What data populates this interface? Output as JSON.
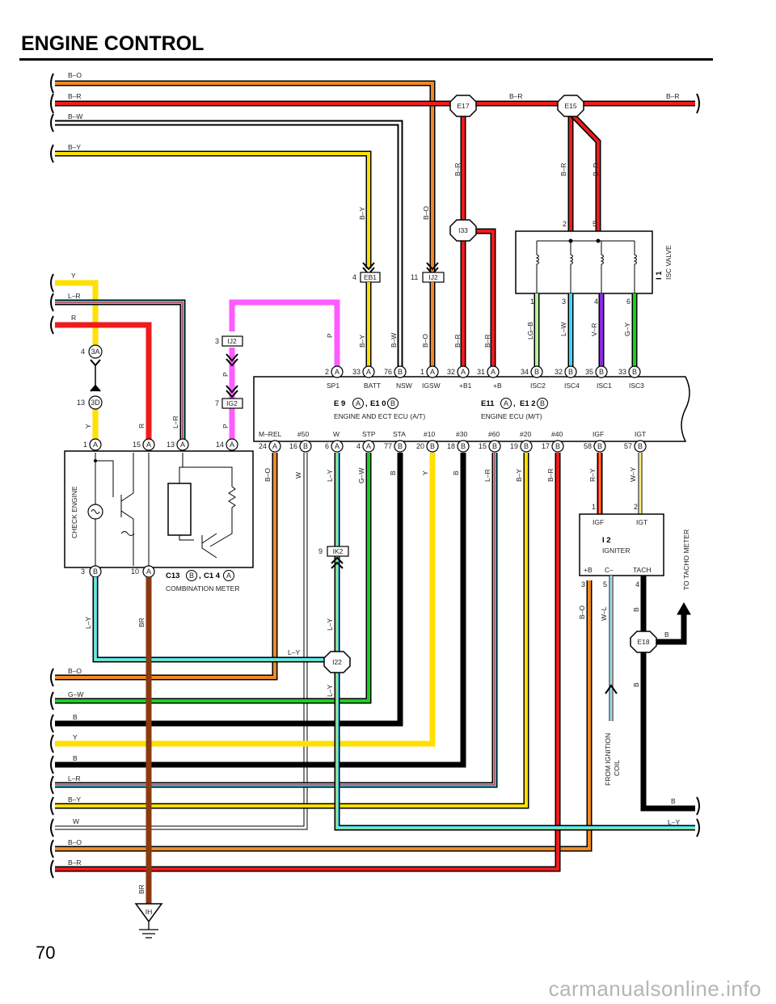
{
  "page": {
    "title": "ENGINE CONTROL",
    "page_number": "70",
    "watermark": "carmanualsonline.info"
  },
  "colors": {
    "B": "#000000",
    "R": "#ee1c1c",
    "O": "#f08a24",
    "W": "#ffffff",
    "Y": "#ffe000",
    "L": "#3fd6ff",
    "G": "#18d21c",
    "P": "#ff5cff",
    "V": "#8a2be2",
    "BR": "#8b3a10",
    "LG": "#b7f59a"
  },
  "top_wires": [
    {
      "label": "B–O"
    },
    {
      "label": "B–R"
    },
    {
      "label": "B–W"
    },
    {
      "label": "B–Y"
    }
  ],
  "top_right_labels": {
    "mid": "B–R",
    "right": "B–R"
  },
  "splices": [
    {
      "id": "E17"
    },
    {
      "id": "E15"
    },
    {
      "id": "I33"
    },
    {
      "id": "E18"
    },
    {
      "id": "I22"
    },
    {
      "id": "IH"
    }
  ],
  "left_wires": [
    {
      "label": "Y"
    },
    {
      "label": "L–R"
    },
    {
      "label": "R"
    }
  ],
  "bottom_wires": [
    {
      "label": "B–O"
    },
    {
      "label": "G–W"
    },
    {
      "label": "B"
    },
    {
      "label": "Y"
    },
    {
      "label": "B"
    },
    {
      "label": "L–R"
    },
    {
      "label": "B–Y"
    },
    {
      "label": "W"
    },
    {
      "label": "B–O"
    },
    {
      "label": "B–R"
    }
  ],
  "connectors": {
    "c3a": {
      "pin": "4",
      "id": "3A"
    },
    "c3d": {
      "pin": "13",
      "id": "3D"
    },
    "ij2_p": {
      "pin": "3",
      "id": "IJ2"
    },
    "ig2": {
      "pin": "7",
      "id": "IG2"
    },
    "eb1": {
      "pin": "4",
      "id": "EB1"
    },
    "ij2_bo": {
      "pin": "11",
      "id": "IJ2"
    },
    "ik2": {
      "pin": "9",
      "id": "IK2"
    }
  },
  "vertical_wire_labels": {
    "by_upper": "B–Y",
    "bo_upper": "B–O",
    "br_e17": "B–R",
    "br_e15a": "B–R",
    "br_e15b": "B–R",
    "p": "P",
    "by_lower": "B–Y",
    "bw": "B–W",
    "bo_lower": "B–O",
    "br_b1": "B–R",
    "br_b": "B–R",
    "lgb": "LG–B",
    "lw": "L–W",
    "vr": "V–R",
    "gy": "G–Y",
    "p2": "P",
    "p3": "P",
    "y": "Y",
    "r": "R",
    "lr": "L–R",
    "bo_out": "B–O",
    "w_out": "W",
    "ly_out": "L–Y",
    "gw_out": "G–W",
    "b_out": "B",
    "y_out": "Y",
    "b_out2": "B",
    "lr_out": "L–R",
    "by_out": "B–Y",
    "br_out": "B–R",
    "ry": "R–Y",
    "wy": "W–Y",
    "ly_meter": "L–Y",
    "br_meter": "BR",
    "ly_ik2": "L–Y",
    "ly_i22": "L–Y",
    "ly_horiz": "L–Y",
    "bo_ign": "B–O",
    "wl_ign": "W–L",
    "b_tach": "B",
    "b_e18": "B",
    "b_e18_side": "B",
    "b_bottom": "B",
    "ly_bottom": "L–Y",
    "br_ground": "BR"
  },
  "isc_valve": {
    "id": "I 1",
    "name": "ISC VALVE",
    "pins_top": [
      "2",
      "5"
    ],
    "pins_bottom": [
      "1",
      "3",
      "4",
      "6"
    ]
  },
  "ecu": {
    "title_left_a": "E 9",
    "title_left_b": "E1 0",
    "name_left": "ENGINE AND ECT ECU (A/T)",
    "title_right_a": "E11",
    "title_right_b": "E1 2",
    "name_right": "ENGINE ECU (M/T)",
    "top_pins": [
      {
        "num": "2",
        "conn": "A",
        "name": "SP1"
      },
      {
        "num": "33",
        "conn": "A",
        "name": "BATT"
      },
      {
        "num": "76",
        "conn": "B",
        "name": "NSW"
      },
      {
        "num": "1",
        "conn": "A",
        "name": "IGSW"
      },
      {
        "num": "32",
        "conn": "A",
        "name": "+B1"
      },
      {
        "num": "31",
        "conn": "A",
        "name": "+B"
      },
      {
        "num": "34",
        "conn": "B",
        "name": "ISC2"
      },
      {
        "num": "32",
        "conn": "B",
        "name": "ISC4"
      },
      {
        "num": "35",
        "conn": "B",
        "name": "ISC1"
      },
      {
        "num": "33",
        "conn": "B",
        "name": "ISC3"
      }
    ],
    "bottom_pins": [
      {
        "num": "24",
        "conn": "A",
        "name": "M–REL"
      },
      {
        "num": "16",
        "conn": "B",
        "name": "#50"
      },
      {
        "num": "6",
        "conn": "A",
        "name": "W"
      },
      {
        "num": "4",
        "conn": "A",
        "name": "STP"
      },
      {
        "num": "77",
        "conn": "B",
        "name": "STA"
      },
      {
        "num": "20",
        "conn": "B",
        "name": "#10"
      },
      {
        "num": "18",
        "conn": "B",
        "name": "#30"
      },
      {
        "num": "15",
        "conn": "B",
        "name": "#60"
      },
      {
        "num": "19",
        "conn": "B",
        "name": "#20"
      },
      {
        "num": "17",
        "conn": "B",
        "name": "#40"
      },
      {
        "num": "58",
        "conn": "B",
        "name": "IGF"
      },
      {
        "num": "57",
        "conn": "B",
        "name": "IGT"
      }
    ]
  },
  "meter": {
    "id_a": "C13",
    "id_b": "C1 4",
    "conn_a": "B",
    "conn_b": "A",
    "name": "COMBINATION METER",
    "label": "CHECK ENGINE",
    "pins_top": [
      {
        "num": "1",
        "conn": "A"
      },
      {
        "num": "15",
        "conn": "A"
      },
      {
        "num": "13",
        "conn": "A"
      },
      {
        "num": "14",
        "conn": "A"
      }
    ],
    "pins_bottom": [
      {
        "num": "3",
        "conn": "B"
      },
      {
        "num": "10",
        "conn": "A"
      }
    ]
  },
  "igniter": {
    "id": "I 2",
    "name": "IGNITER",
    "pin_igf": "IGF",
    "pin_igt": "IGT",
    "pins_top": [
      "1",
      "2"
    ],
    "pin_b": "+B",
    "pin_c": "C–",
    "pin_tach": "TACH",
    "pins_bottom": [
      "3",
      "5",
      "4"
    ]
  },
  "notes": {
    "to_tacho": "TO TACHO METER",
    "from_ignition_1": "FROM IGNITION",
    "from_ignition_2": "COIL"
  }
}
